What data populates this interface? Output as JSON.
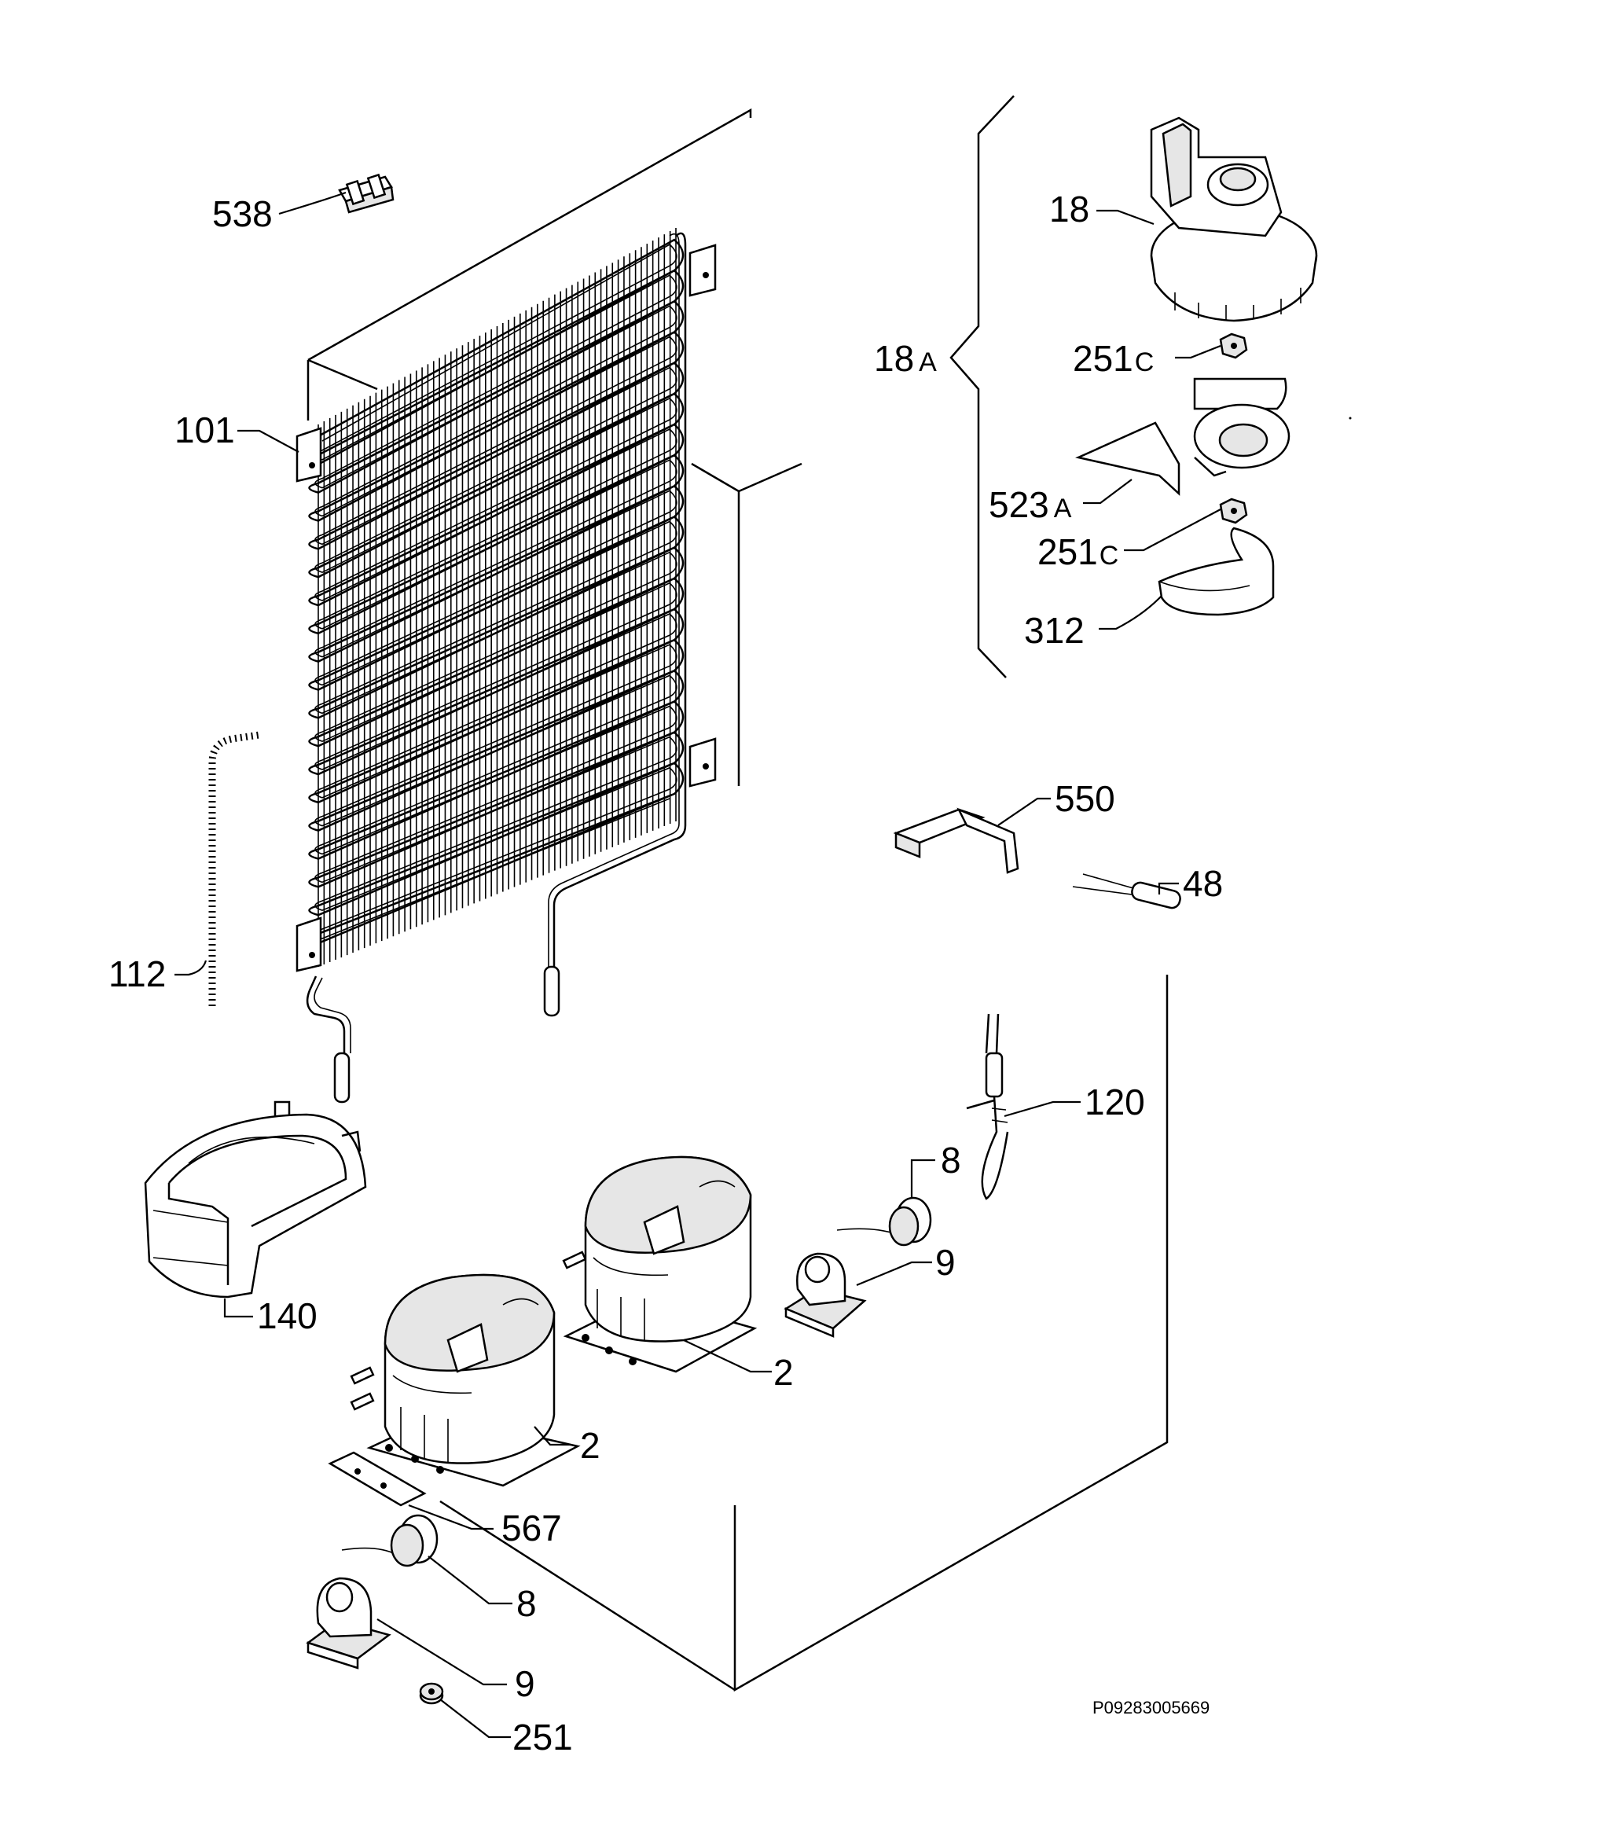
{
  "labels": {
    "p538": "538",
    "p101": "101",
    "p112": "112",
    "p140": "140",
    "p18": "18",
    "p18a_num": "18",
    "p18a_suffix": "A",
    "p251c_1_num": "251",
    "p251c_1_suffix": "C",
    "p523a_num": "523",
    "p523a_suffix": "A",
    "p251c_2_num": "251",
    "p251c_2_suffix": "C",
    "p312": "312",
    "p550": "550",
    "p48": "48",
    "p120": "120",
    "p8_top": "8",
    "p9_top": "9",
    "p2_top": "2",
    "p2_bottom": "2",
    "p567": "567",
    "p8_bottom": "8",
    "p9_bottom": "9",
    "p251": "251"
  },
  "document_number": "P09283005669"
}
